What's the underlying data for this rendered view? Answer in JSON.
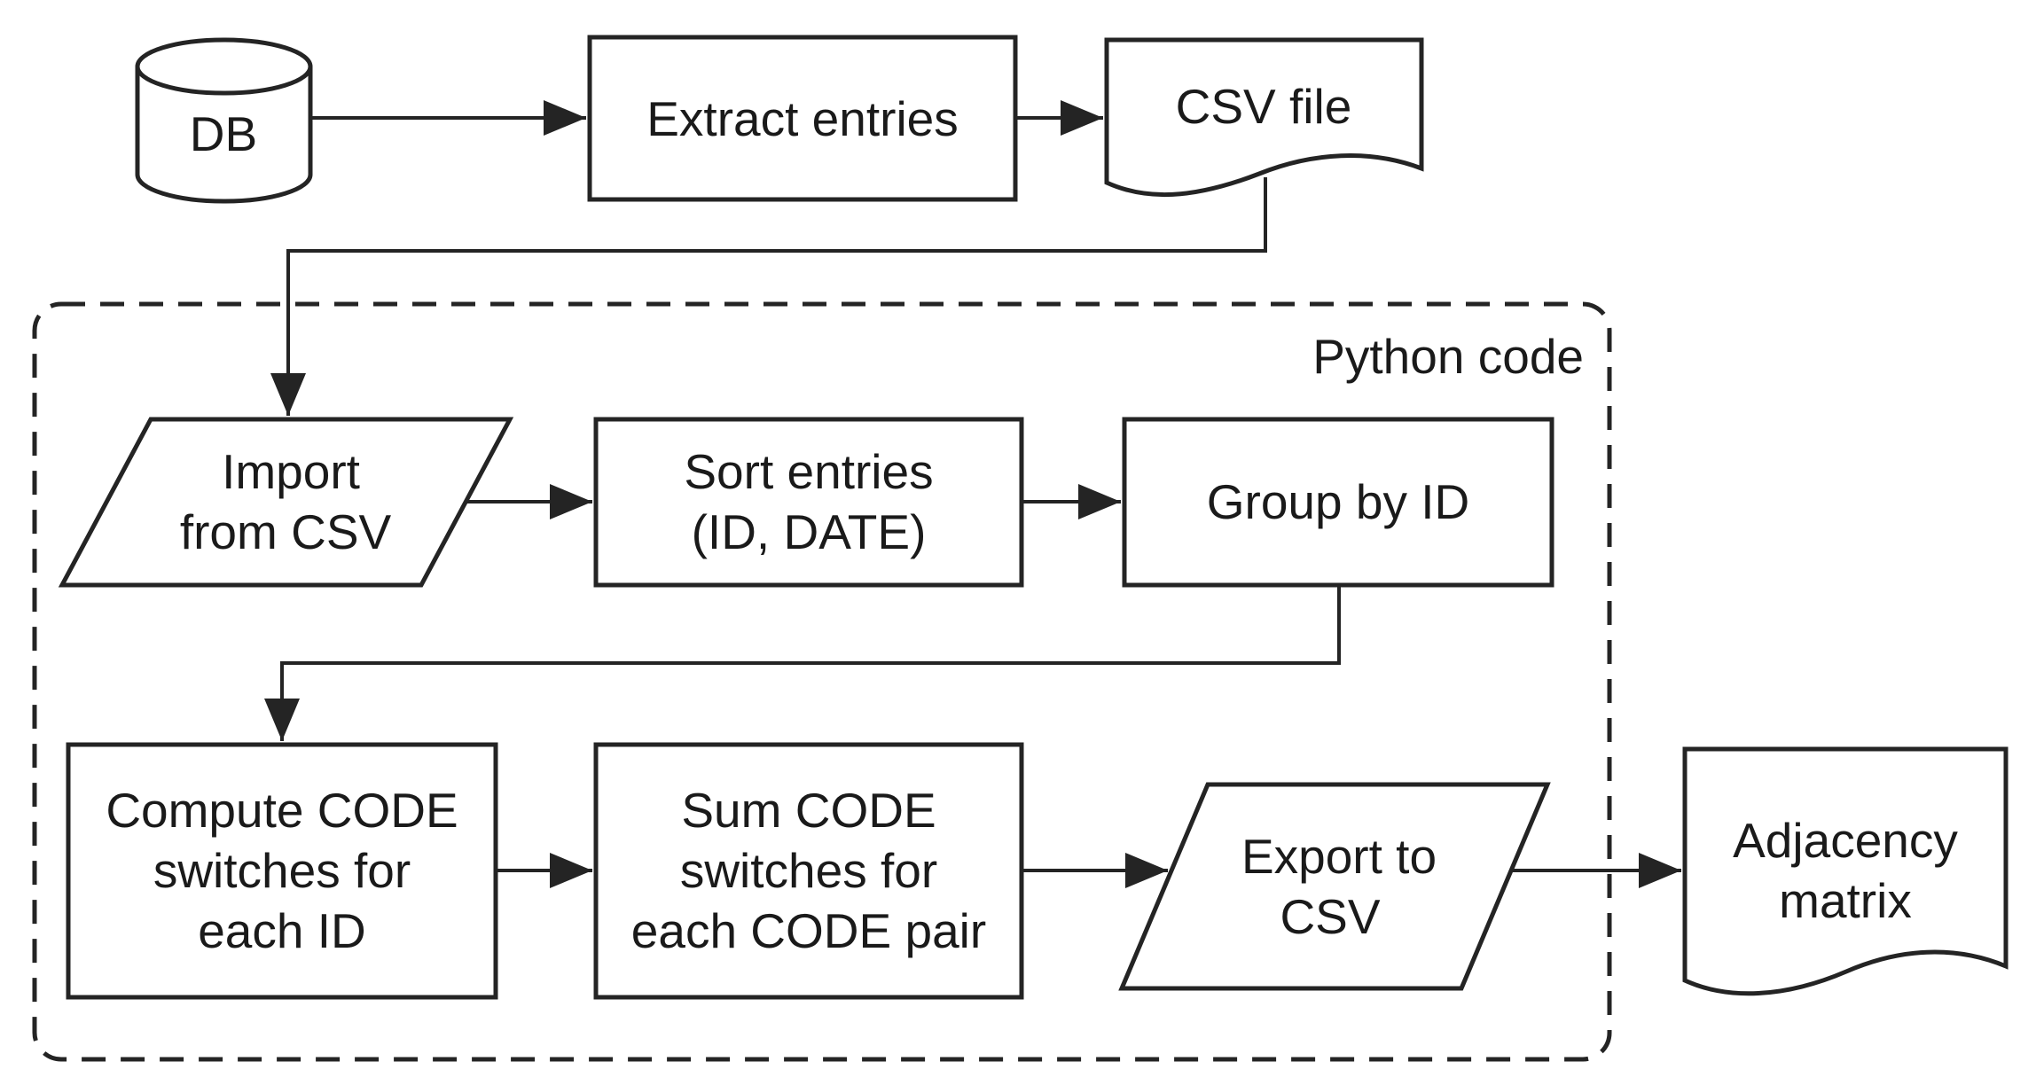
{
  "flow": {
    "colors": {
      "stroke": "#242424",
      "text": "#1a1a1a",
      "background": "#ffffff"
    },
    "container": {
      "label": "Python code",
      "members": [
        "import_from_csv",
        "sort_entries",
        "group_by_id",
        "compute_code_switches",
        "sum_code_switches",
        "export_to_csv"
      ]
    },
    "nodes": {
      "db": {
        "type": "database",
        "lines": [
          "DB"
        ]
      },
      "extract_entries": {
        "type": "process",
        "lines": [
          "Extract entries"
        ]
      },
      "csv_file": {
        "type": "document",
        "lines": [
          "CSV file"
        ]
      },
      "import_from_csv": {
        "type": "input-output",
        "lines": [
          "Import",
          "from CSV"
        ]
      },
      "sort_entries": {
        "type": "process",
        "lines": [
          "Sort entries",
          "(ID, DATE)"
        ]
      },
      "group_by_id": {
        "type": "process",
        "lines": [
          "Group by ID"
        ]
      },
      "compute_code_switches": {
        "type": "process",
        "lines": [
          "Compute CODE",
          "switches for",
          "each ID"
        ]
      },
      "sum_code_switches": {
        "type": "process",
        "lines": [
          "Sum CODE",
          "switches for",
          "each CODE pair"
        ]
      },
      "export_to_csv": {
        "type": "input-output",
        "lines": [
          "Export to",
          "CSV"
        ]
      },
      "adjacency_matrix": {
        "type": "document",
        "lines": [
          "Adjacency",
          "matrix"
        ]
      }
    },
    "edges": [
      {
        "from": "db",
        "to": "extract_entries"
      },
      {
        "from": "extract_entries",
        "to": "csv_file"
      },
      {
        "from": "csv_file",
        "to": "import_from_csv"
      },
      {
        "from": "import_from_csv",
        "to": "sort_entries"
      },
      {
        "from": "sort_entries",
        "to": "group_by_id"
      },
      {
        "from": "group_by_id",
        "to": "compute_code_switches"
      },
      {
        "from": "compute_code_switches",
        "to": "sum_code_switches"
      },
      {
        "from": "sum_code_switches",
        "to": "export_to_csv"
      },
      {
        "from": "export_to_csv",
        "to": "adjacency_matrix"
      }
    ]
  }
}
